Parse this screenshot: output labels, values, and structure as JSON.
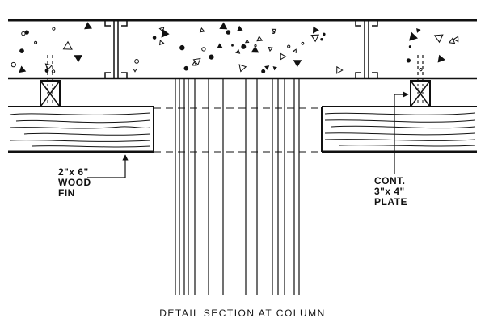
{
  "labels": {
    "wood_fin": [
      "2\"x 6\"",
      "WOOD",
      "FIN"
    ],
    "plate": [
      "CONT.",
      "3\"x 4\"",
      "PLATE"
    ]
  },
  "caption": "DETAIL SECTION AT COLUMN",
  "colors": {
    "ink": "#111111",
    "paper": "#ffffff"
  }
}
